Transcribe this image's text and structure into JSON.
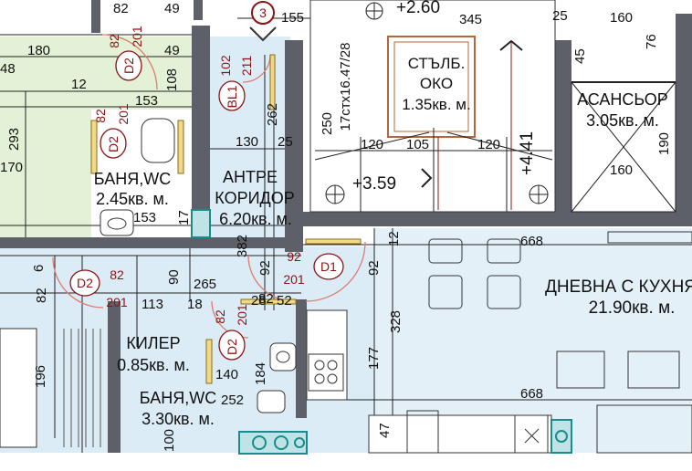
{
  "rooms": [
    {
      "id": "antre",
      "name_line1": "АНТРЕ",
      "name_line2": "КОРИДОР",
      "area": "6.20кв. м."
    },
    {
      "id": "stair-eye",
      "name_line1": "СТЪЛБ.",
      "name_line2": "ОКО",
      "area": "1.35кв. м."
    },
    {
      "id": "elevator",
      "name_line1": "АСАНСЬОР",
      "name_line2": "",
      "area": "3.05кв. м."
    },
    {
      "id": "bath1",
      "name_line1": "БАНЯ,WC",
      "name_line2": "",
      "area": "2.45кв. м."
    },
    {
      "id": "living",
      "name_line1": "ДНЕВНА С КУХНЯ",
      "name_line2": "",
      "area": "21.90кв. м."
    },
    {
      "id": "storage",
      "name_line1": "КИЛЕР",
      "name_line2": "",
      "area": "0.85кв. м."
    },
    {
      "id": "bath2",
      "name_line1": "БАНЯ,WC",
      "name_line2": "",
      "area": "3.30кв. м."
    }
  ],
  "levels": {
    "landing": "+2.60",
    "floor": "+3.59",
    "upper": "+4.41"
  },
  "stair_label": "17стх16.47/28",
  "section_marker": "3",
  "doors": [
    {
      "id": "D2a",
      "tag": "D2",
      "width": "82",
      "height": "201"
    },
    {
      "id": "BL1",
      "tag": "BL1",
      "width": "102",
      "height": "211"
    },
    {
      "id": "D2b",
      "tag": "D2",
      "width": "82",
      "height": "201"
    },
    {
      "id": "D2c",
      "tag": "D2",
      "width": "82",
      "height": "201"
    },
    {
      "id": "D1",
      "tag": "D1",
      "width": "92",
      "height": "201"
    },
    {
      "id": "D2d",
      "tag": "D2",
      "width": "82",
      "height": "201"
    }
  ],
  "dimensions": [
    "82",
    "49",
    "180",
    "49",
    "108",
    "153",
    "12",
    "293",
    "170",
    "155",
    "345",
    "25",
    "160",
    "76",
    "45",
    "190",
    "160",
    "130",
    "25",
    "262",
    "250",
    "120",
    "105",
    "120",
    "153",
    "17",
    "382",
    "92",
    "92",
    "12",
    "668",
    "6",
    "82",
    "90",
    "265",
    "113",
    "18",
    "82",
    "28",
    "52",
    "328",
    "177",
    "196",
    "140",
    "184",
    "252",
    "668",
    "100",
    "47",
    "48"
  ]
}
